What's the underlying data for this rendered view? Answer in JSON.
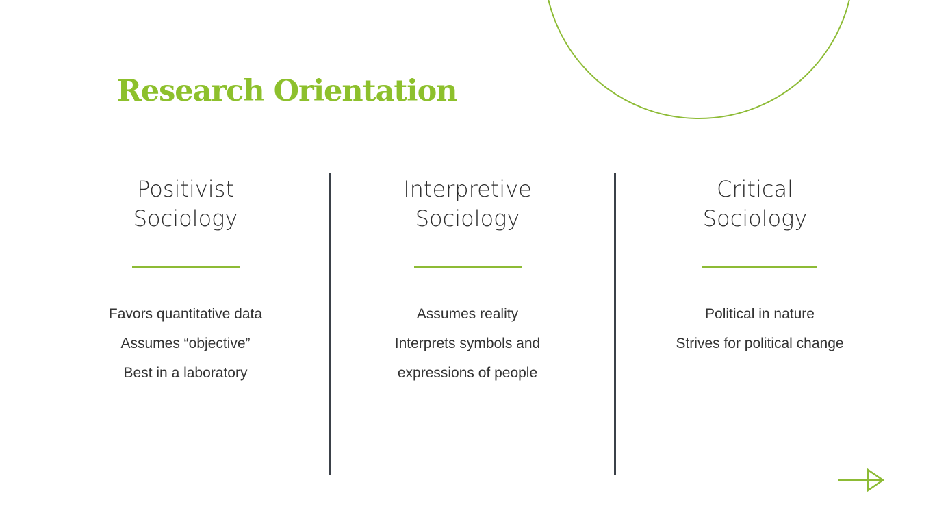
{
  "slide": {
    "title": "Research Orientation",
    "accent_color": "#8dc02c",
    "divider_color": "#3b4149"
  },
  "columns": [
    {
      "heading_line1": "Positivist",
      "heading_line2": "Sociology",
      "points": [
        "Favors quantitative data",
        "Assumes “objective”",
        "Best in a laboratory"
      ]
    },
    {
      "heading_line1": "Interpretive",
      "heading_line2": "Sociology",
      "points": [
        "Assumes reality",
        "Interprets symbols and",
        "expressions of people"
      ]
    },
    {
      "heading_line1": "Critical",
      "heading_line2": "Sociology",
      "points": [
        "Political in nature",
        "Strives for political change"
      ]
    }
  ],
  "navigation": {
    "next_icon": "arrow-right-icon"
  }
}
